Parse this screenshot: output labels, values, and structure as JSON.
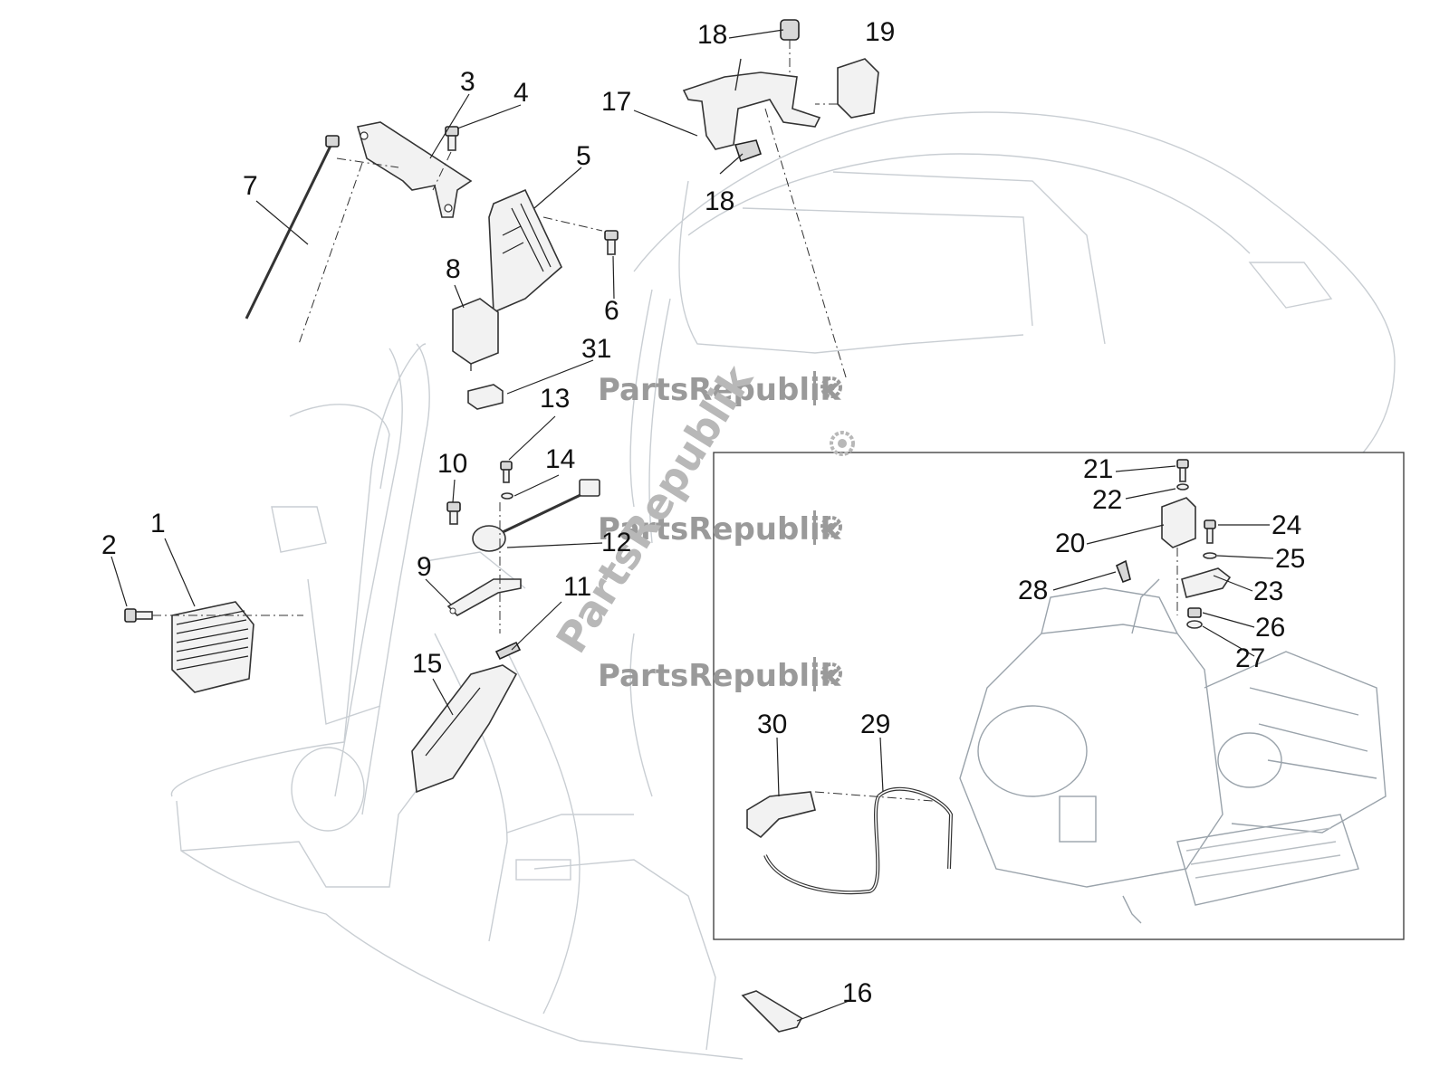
{
  "callouts": [
    "1",
    "2",
    "3",
    "4",
    "5",
    "6",
    "7",
    "8",
    "9",
    "10",
    "11",
    "12",
    "13",
    "14",
    "15",
    "16",
    "17",
    "18",
    "18",
    "19",
    "20",
    "21",
    "22",
    "23",
    "24",
    "25",
    "26",
    "27",
    "28",
    "29",
    "30",
    "31"
  ],
  "watermark": {
    "text": "PartsRepublik",
    "color": "#9a9a9a"
  },
  "colors": {
    "scooter_outline": "#c9ced3",
    "part_stroke": "#333333",
    "inset_border": "#444444"
  }
}
